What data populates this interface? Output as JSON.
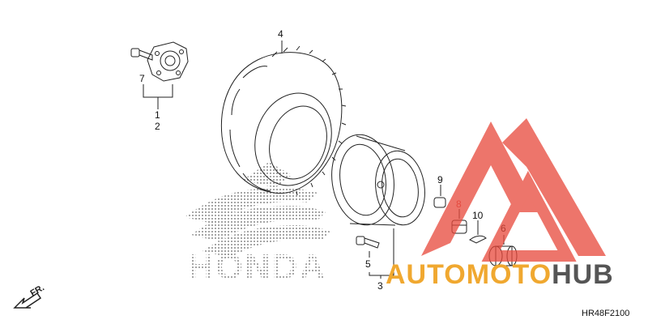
{
  "callouts": {
    "c1": "1",
    "c2": "2",
    "c3": "3",
    "c4": "4",
    "c5": "5",
    "c6": "6",
    "c7": "7",
    "c8": "8",
    "c9": "9",
    "c10": "10"
  },
  "direction_label": "FR.",
  "diagram_code": "HR48F2100",
  "watermark": {
    "brand_part1": "AUTOMOTO",
    "brand_part2": "HUB",
    "color_primary": "#f0a830",
    "color_secondary": "#555555",
    "logo_color": "#e8483a"
  },
  "background_brand": "HONDA"
}
